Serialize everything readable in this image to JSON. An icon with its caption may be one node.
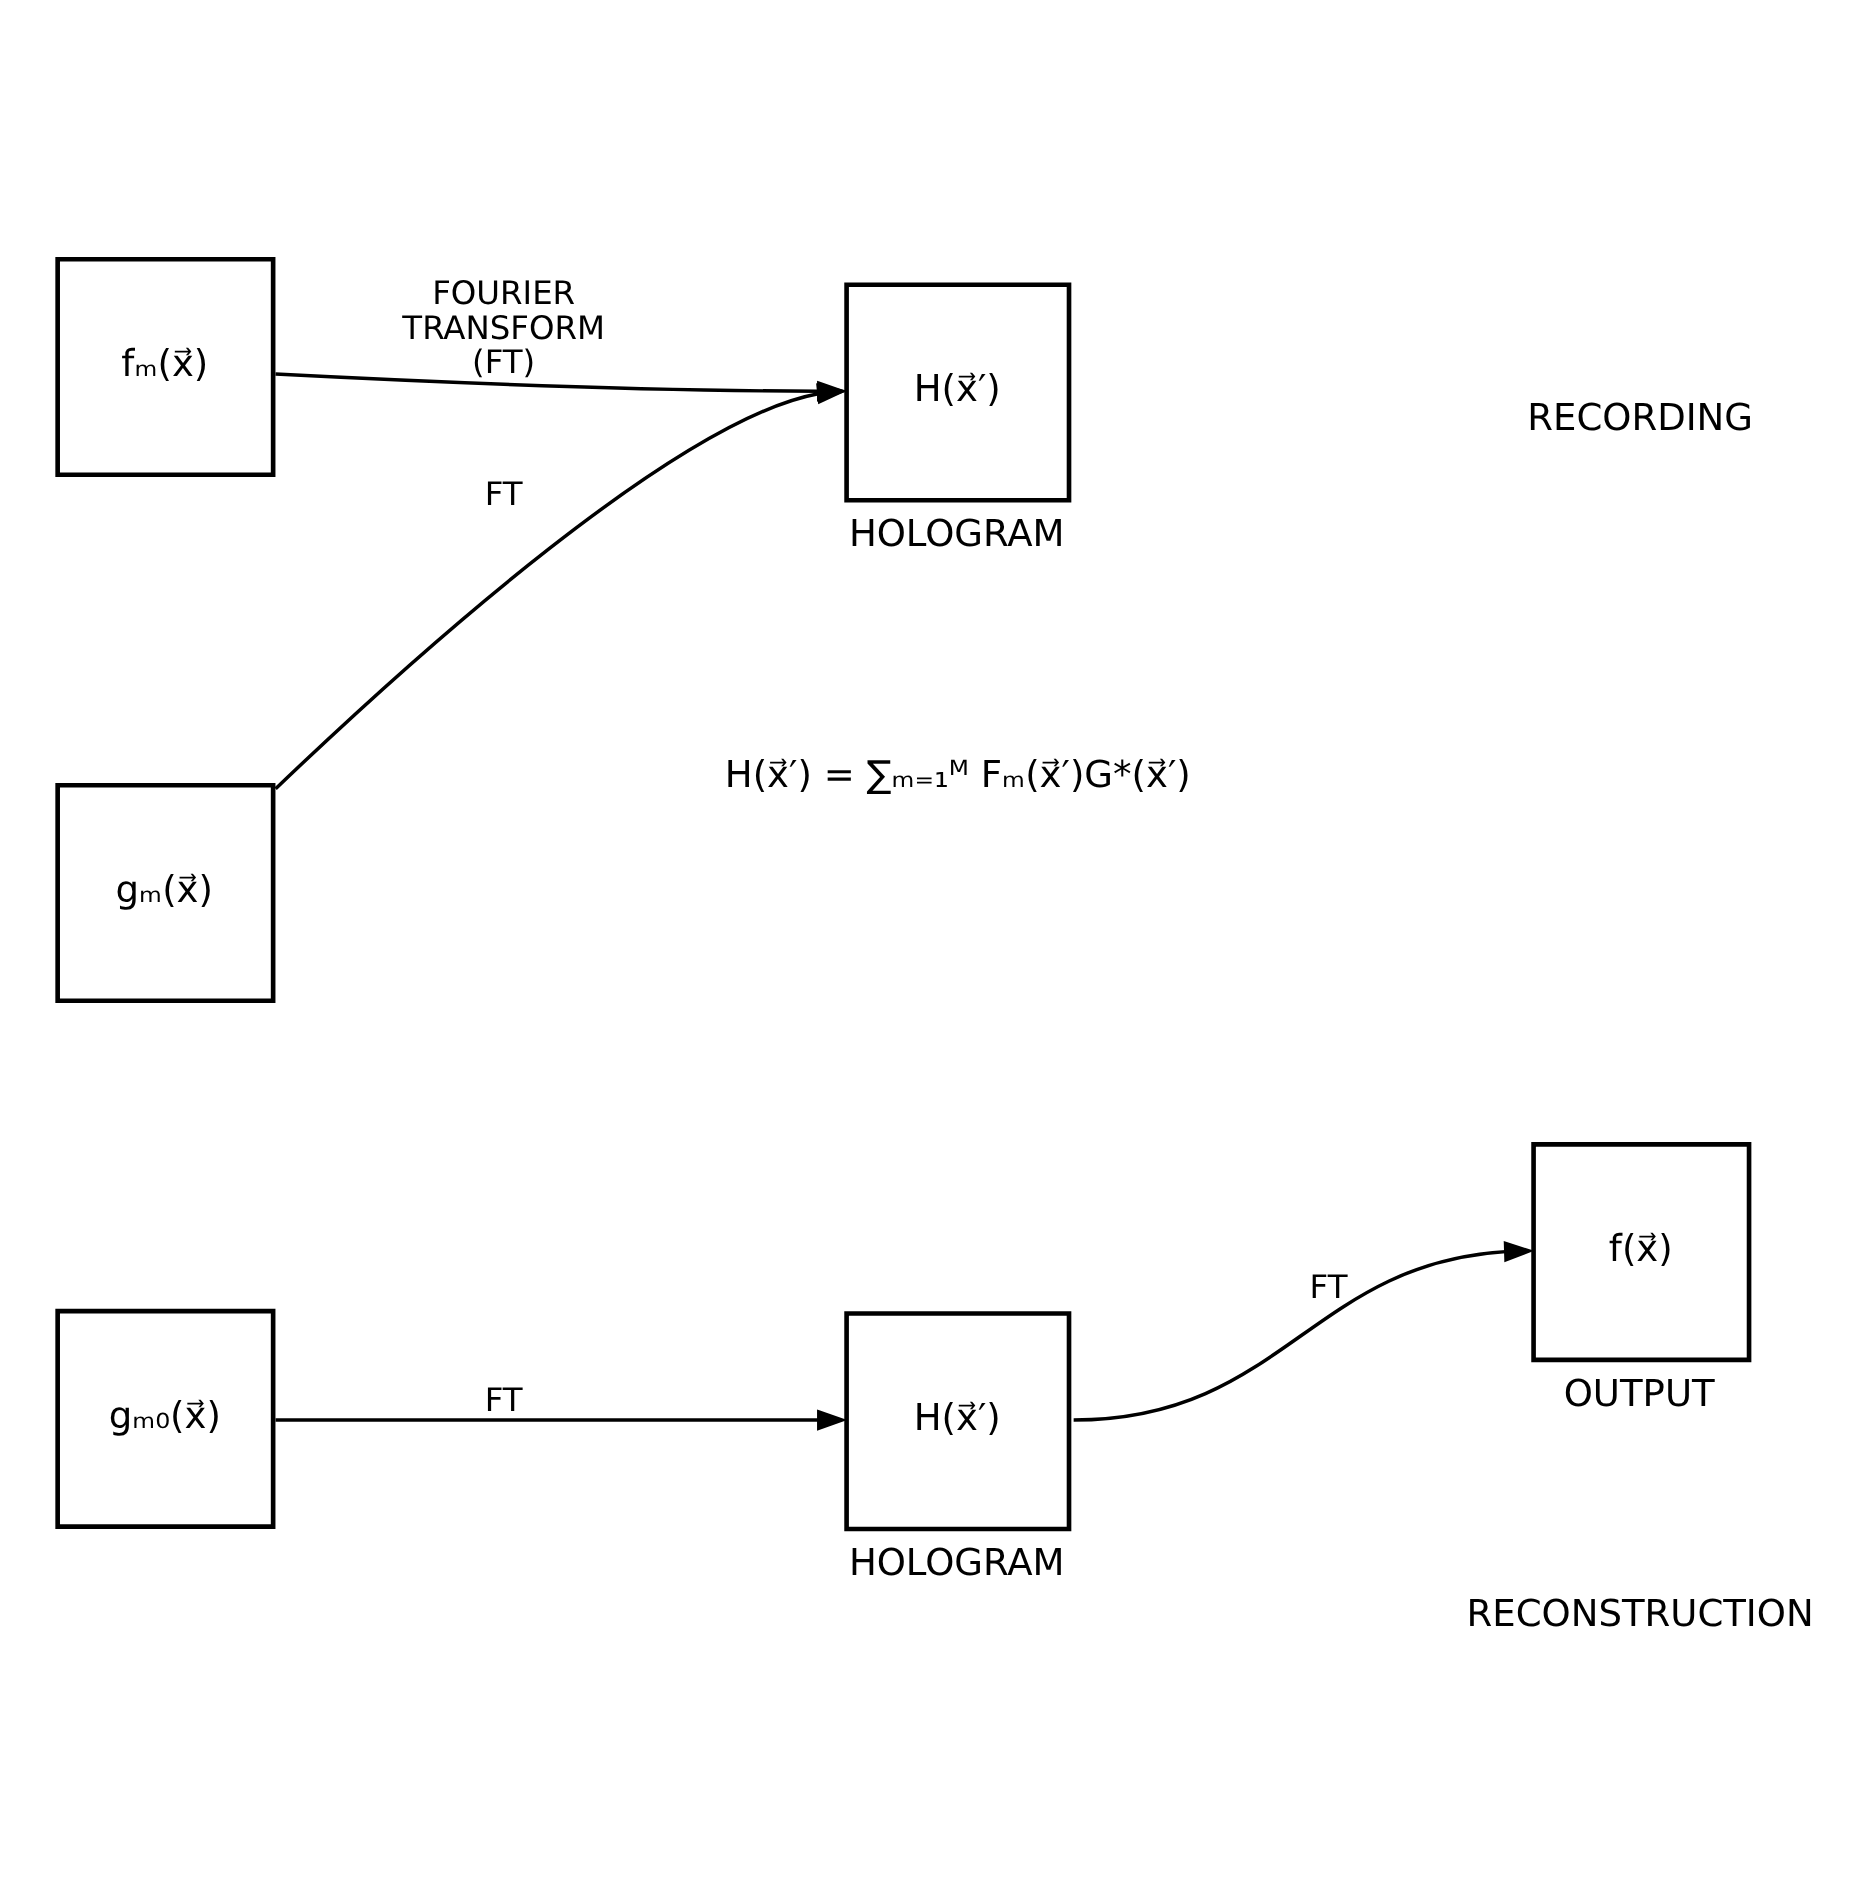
{
  "diagram": {
    "nodes": [
      {
        "text": [
          "fₘ(x⃗)"
        ]
      },
      {
        "text": [
          "gₘ(x⃗)"
        ]
      },
      {
        "text": [
          "H(x⃗′)"
        ],
        "beside": [
          "HOLOGRAM"
        ]
      },
      {
        "text": [
          "gₘ₀(x⃗)"
        ]
      },
      {
        "text": [
          "H(x⃗′)"
        ],
        "beside": [
          "HOLOGRAM"
        ]
      },
      {
        "text": [
          "f(x⃗)"
        ],
        "beside": [
          "OUTPUT"
        ]
      }
    ],
    "edges": [
      {
        "from": 0,
        "to": 2,
        "arrow": "to",
        "label": "FOURIER TRANSFORM (FT)"
      },
      {
        "from": 1,
        "to": 2,
        "arrow": "to",
        "label": "FT"
      },
      {
        "from": 3,
        "to": 4,
        "arrow": "to",
        "label": "FT"
      },
      {
        "from": 4,
        "to": 5,
        "arrow": "to",
        "label": "FT"
      }
    ],
    "labels": [
      "RECORDING",
      "H(x⃗′) = ∑ₘ₌₁ᴹ Fₘ(x⃗′)G*(x⃗′)",
      "RECONSTRUCTION"
    ]
  }
}
